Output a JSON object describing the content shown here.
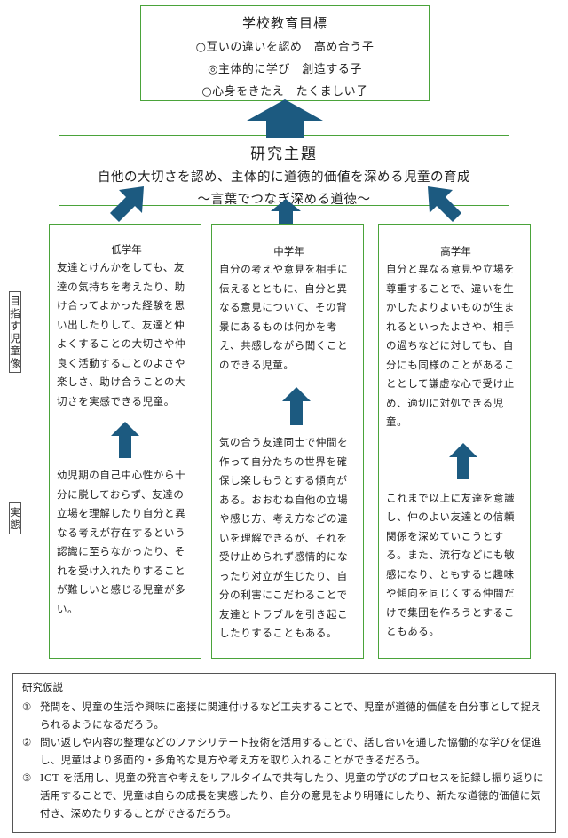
{
  "goals": {
    "title": "学校教育目標",
    "items": [
      "○互いの違いを認め　高め合う子",
      "◎主体的に学び　創造する子",
      "○心身をきたえ　たくましい子"
    ]
  },
  "theme": {
    "title": "研究主題",
    "line1": "自他の大切さを認め、主体的に道徳的価値を深める児童の育成",
    "line2": "～言葉でつなぎ深める道徳～"
  },
  "side_labels": {
    "ideal": "目指す児童像",
    "actual": "実態"
  },
  "columns": [
    {
      "title": "低学年",
      "ideal": [
        "友達とけんかをしても、友",
        "達の気持ちを考えたり、助",
        "け合ってよかった経験を思",
        "い出したりして、友達と仲",
        "よくすることの大切さや仲",
        "良く活動することのよさや",
        "楽しさ、助け合うことの大",
        "切さを実感できる児童。"
      ],
      "actual": [
        "幼児期の自己中心性から十",
        "分に脱しておらず、友達の",
        "立場を理解したり自分と異",
        "なる考えが存在するという",
        "認識に至らなかったり、そ",
        "れを受け入れたりすること",
        "が難しいと感じる児童が多",
        "い。"
      ]
    },
    {
      "title": "中学年",
      "ideal": [
        "自分の考えや意見を相手に",
        "伝えるとともに、自分と異",
        "なる意見について、その背",
        "景にあるものは何かを考",
        "え、共感しながら聞くこと",
        "のできる児童。"
      ],
      "actual": [
        "気の合う友達同士で仲間を",
        "作って自分たちの世界を確",
        "保し楽しもうとする傾向が",
        "ある。おおむね自他の立場",
        "や感じ方、考え方などの違",
        "いを理解できるが、それを",
        "受け止められず感情的にな",
        "ったり対立が生じたり、自",
        "分の利害にこだわることで",
        "友達とトラブルを引き起こ",
        "したりすることもある。"
      ]
    },
    {
      "title": "高学年",
      "ideal": [
        "自分と異なる意見や立場を",
        "尊重することで、違いを生",
        "かしたよりよいものが生ま",
        "れるといったよさや、相手",
        "の過ちなどに対しても、自",
        "分にも同様のことがあるこ",
        "ととして謙虚な心で受け止",
        "め、適切に対処できる児童。"
      ],
      "actual": [
        "これまで以上に友達を意識",
        "し、仲のよい友達との信頼",
        "関係を深めていこうとす",
        "る。また、流行などにも敏",
        "感になり、ともすると趣味",
        "や傾向を同じくする仲間だ",
        "けで集団を作ろうとするこ",
        "ともある。"
      ]
    }
  ],
  "hypothesis": {
    "title": "研究仮説",
    "items": [
      {
        "num": "①",
        "text": "発問を、児童の生活や興味に密接に関連付けるなど工夫することで、児童が道徳的価値を自分事として捉えられるようになるだろう。"
      },
      {
        "num": "②",
        "text": "問い返しや内容の整理などのファシリテート技術を活用することで、話し合いを通した協働的な学びを促進し、児童はより多面的・多角的な見方や考え方を取り入れることができるだろう。"
      },
      {
        "num": "③",
        "text": "ICT を活用し、児童の発言や考えをリアルタイムで共有したり、児童の学びのプロセスを記録し振り返りに活用することで、児童は自らの成長を実感したり、自分の意見をより明確にしたり、新たな道徳的価値に気付き、深めたりすることができるだろう。"
      }
    ]
  },
  "colors": {
    "border": "#4aa33a",
    "arrow": "#1c5a80"
  }
}
